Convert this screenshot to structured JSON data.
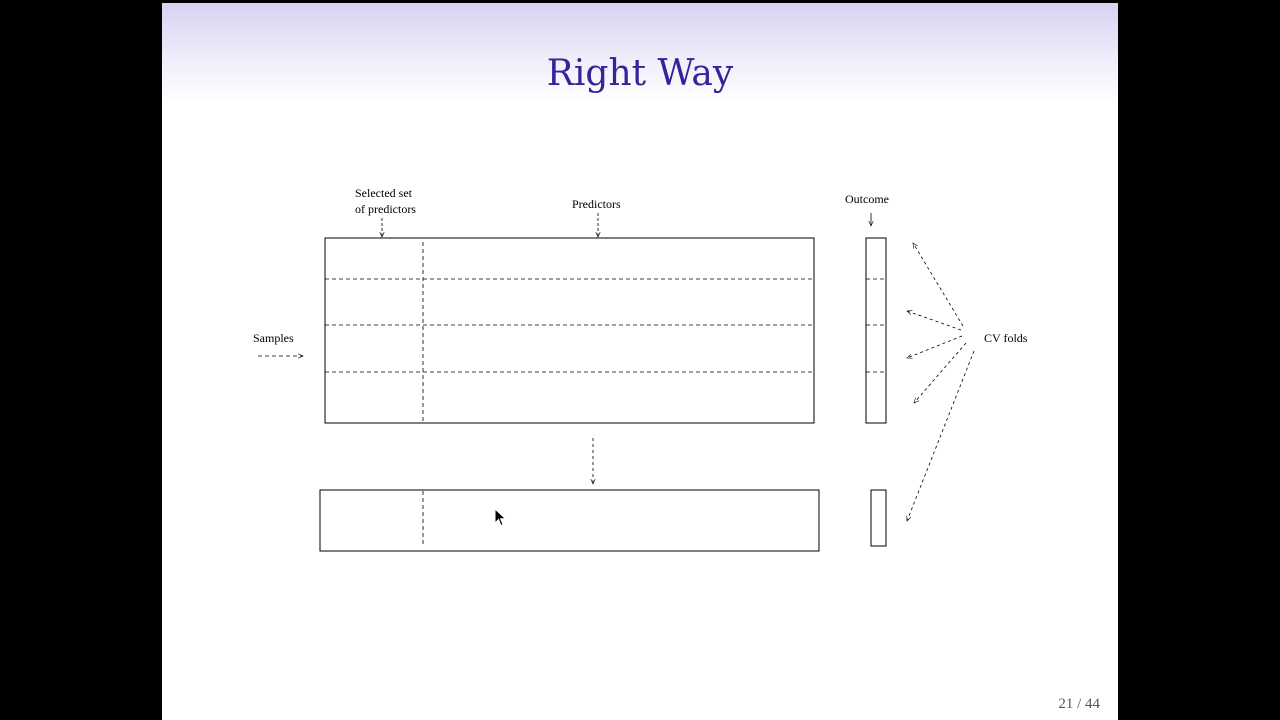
{
  "slide": {
    "title": "Right Way",
    "page_number": "21 / 44"
  },
  "diagram": {
    "labels": {
      "selected_line1": "Selected set",
      "selected_line2": "of predictors",
      "predictors": "Predictors",
      "outcome": "Outcome",
      "samples": "Samples",
      "cv_folds": "CV folds"
    }
  },
  "colors": {
    "title": "#33249a",
    "title_band": "#d6d3f0",
    "background": "#000000"
  },
  "icons": {
    "cursor": "mouse-pointer-icon"
  }
}
